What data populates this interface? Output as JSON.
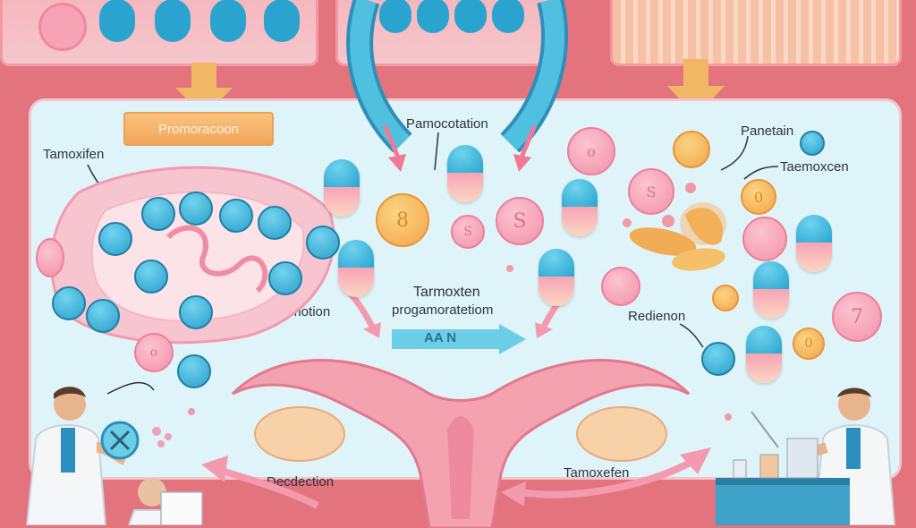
{
  "labels": {
    "promo_box": "Promoracoon",
    "tamoxifen_left": "Tamoxifen",
    "pamocotation": "Pamocotation",
    "panetain": "Panetain",
    "tamoxcen": "Taemoxcen",
    "taemotion": "Taemotion",
    "center_title_line1": "Tarmoxten",
    "center_title_line2": "progamoratetiom",
    "arrow_banner": "AA N",
    "redienon": "Redienon",
    "decoction": "Decdection",
    "tamoxefen_bottom": "Tamoxefen"
  },
  "tablet_marks": {
    "orange_big": "8",
    "pink_s": "S",
    "pink_small": "S",
    "pink_o": "o",
    "pink_7": "7",
    "orange_0": "0",
    "orange_0b": "0",
    "pink_left": "o"
  },
  "colors": {
    "background": "#e3737c",
    "panel": "#dff4f8",
    "pill_blue": "#2aa4cf",
    "pill_pink": "#f7a4b5",
    "arrow_blue": "#3eb6d8",
    "uterus_pink": "#f4a1b0"
  },
  "icons": [
    "down-arrow-icon",
    "curved-arrow-icon",
    "right-arrow-icon",
    "pill-icon",
    "tablet-icon",
    "uterus-illustration",
    "doctor-illustration"
  ]
}
